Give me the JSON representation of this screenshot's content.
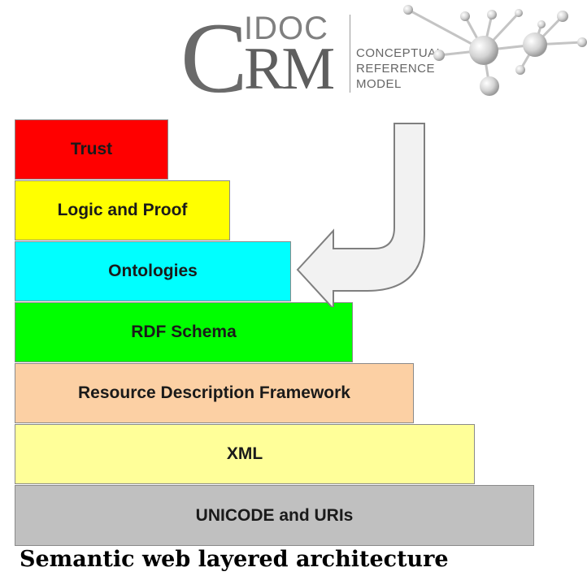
{
  "logo": {
    "letter_c": "C",
    "idoc": "IDOC",
    "rm": "RM",
    "tagline": [
      "CONCEPTUAL",
      "REFERENCE",
      "MODEL"
    ]
  },
  "layers": [
    {
      "label": "Trust",
      "color": "#ff0000"
    },
    {
      "label": "Logic and Proof",
      "color": "#ffff00"
    },
    {
      "label": "Ontologies",
      "color": "#00ffff"
    },
    {
      "label": "RDF Schema",
      "color": "#00ff00"
    },
    {
      "label": "Resource Description Framework",
      "color": "#fcd0a4"
    },
    {
      "label": "XML",
      "color": "#ffff99"
    },
    {
      "label": "UNICODE and URIs",
      "color": "#c0c0c0"
    }
  ],
  "arrow": {
    "target": "Ontologies",
    "fill": "#f2f2f2",
    "stroke": "#7f7f7f"
  },
  "caption": "Semantic web layered architecture"
}
